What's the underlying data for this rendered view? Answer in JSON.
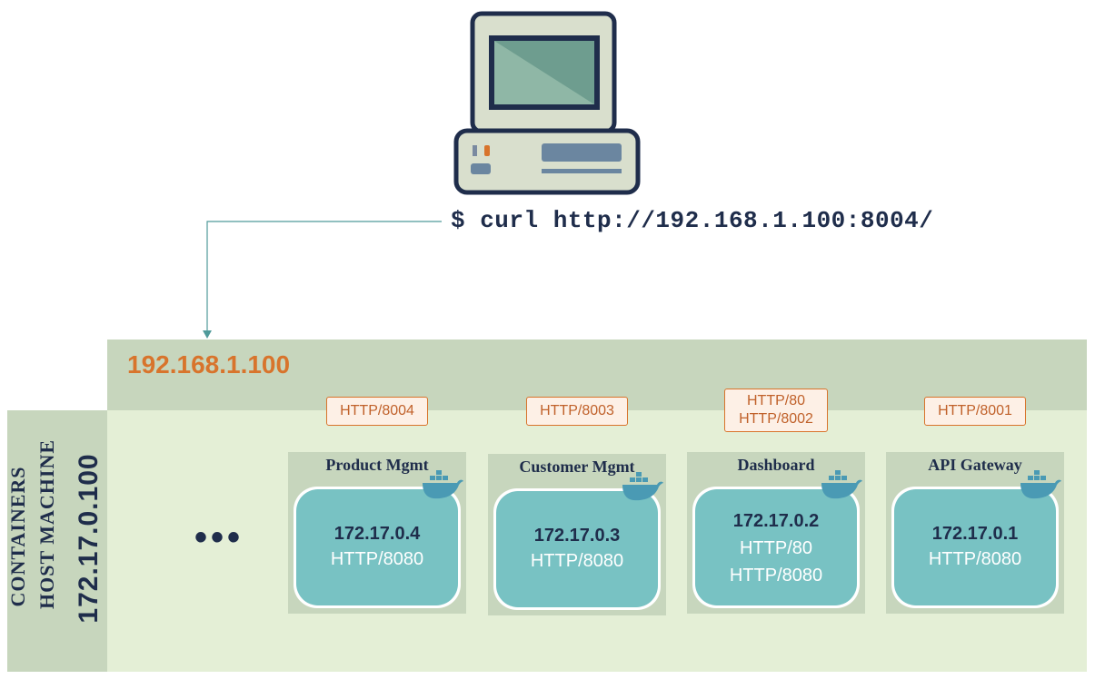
{
  "command": "$ curl http://192.168.1.100:8004/",
  "host": {
    "ip": "192.168.1.100",
    "side_label_line1": "CONTAINERS",
    "side_label_line2": "HOST MACHINE",
    "side_label_ip": "172.17.0.100"
  },
  "ellipsis": "•••",
  "containers": [
    {
      "name": "Product Mgmt",
      "ports": [
        "HTTP/8004"
      ],
      "ip": "172.17.0.4",
      "internal_ports": [
        "HTTP/8080"
      ]
    },
    {
      "name": "Customer Mgmt",
      "ports": [
        "HTTP/8003"
      ],
      "ip": "172.17.0.3",
      "internal_ports": [
        "HTTP/8080"
      ]
    },
    {
      "name": "Dashboard",
      "ports": [
        "HTTP/80",
        "HTTP/8002"
      ],
      "ip": "172.17.0.2",
      "internal_ports": [
        "HTTP/80",
        "HTTP/8080"
      ]
    },
    {
      "name": "API Gateway",
      "ports": [
        "HTTP/8001"
      ],
      "ip": "172.17.0.1",
      "internal_ports": [
        "HTTP/8080"
      ]
    }
  ],
  "colors": {
    "host_band": "#c7d6bd",
    "container_area": "#e4efd6",
    "accent_orange": "#d8742c",
    "container_pool": "#78c2c3",
    "text_dark": "#1f2d4b"
  },
  "icons": {
    "computer": "computer-icon",
    "container": "docker-whale-icon"
  }
}
